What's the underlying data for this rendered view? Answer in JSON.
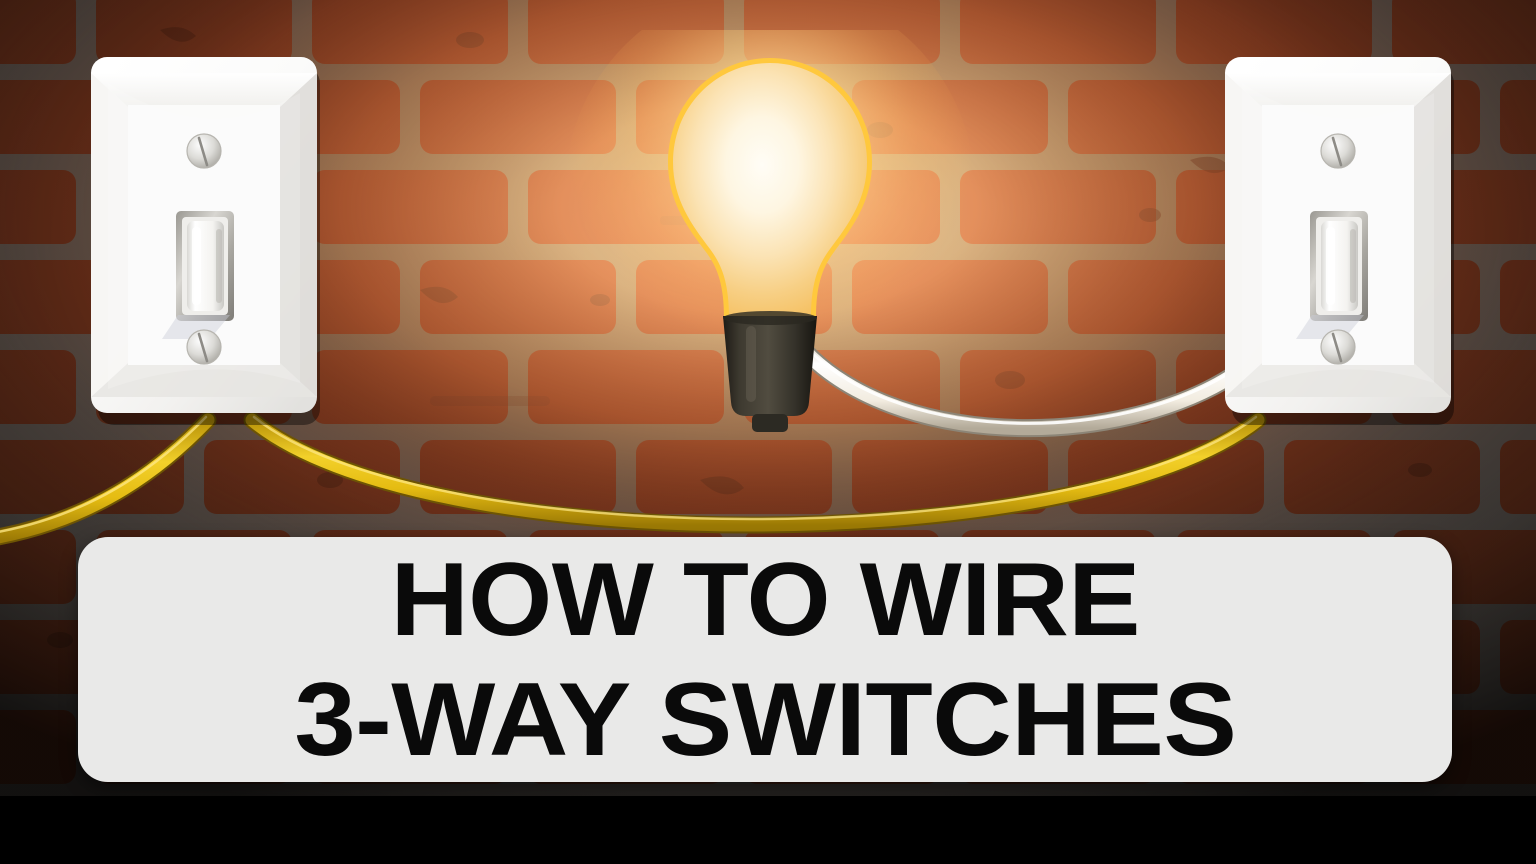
{
  "scene": {
    "kind": "thumbnail-graphic",
    "subject": "three-way light switch wiring illustration",
    "background_description": "brick wall",
    "bottom_bar_color": "#000000"
  },
  "wall": {
    "mortar_color": "#6e6660",
    "brick_color_dark": "#4a2013",
    "brick_color_mid": "#7b3a22",
    "brick_color_lit": "#c79a6d",
    "glow_color": "#ffd79a",
    "rows": 9,
    "bricks_per_row": 7
  },
  "bulb": {
    "name": "light-bulb",
    "state": "on",
    "glass_center_color": "#fffaf0",
    "glass_edge_color": "#f6c968",
    "rim_color": "#ffc83d",
    "socket_color": "#3b382f",
    "glow_color": "#ffd27a"
  },
  "switches": [
    {
      "id": "left",
      "name": "light-switch-left",
      "label": "Left 3-way toggle switch",
      "plate_color": "#fbfbfb",
      "toggle_position": "up",
      "screw_count": 2
    },
    {
      "id": "right",
      "name": "light-switch-right",
      "label": "Right 3-way toggle switch",
      "plate_color": "#fbfbfb",
      "toggle_position": "up",
      "screw_count": 2
    }
  ],
  "wires": [
    {
      "name": "traveler-wire-left-outer",
      "color": "#e8c020",
      "color_name": "yellow",
      "from": "off-screen-left",
      "to": "left-switch"
    },
    {
      "name": "traveler-wire-middle",
      "color": "#e8c020",
      "color_name": "yellow",
      "from": "left-switch",
      "to": "right-switch"
    },
    {
      "name": "neutral-wire",
      "color": "#f7f3ea",
      "color_name": "white",
      "from": "bulb-socket",
      "to": "right-switch"
    }
  ],
  "title_card": {
    "name": "title-card",
    "background_color": "#e9e9e8",
    "text_color": "#0a0a0a",
    "line1": "HOW TO WIRE",
    "line2": "3-WAY SWITCHES"
  }
}
